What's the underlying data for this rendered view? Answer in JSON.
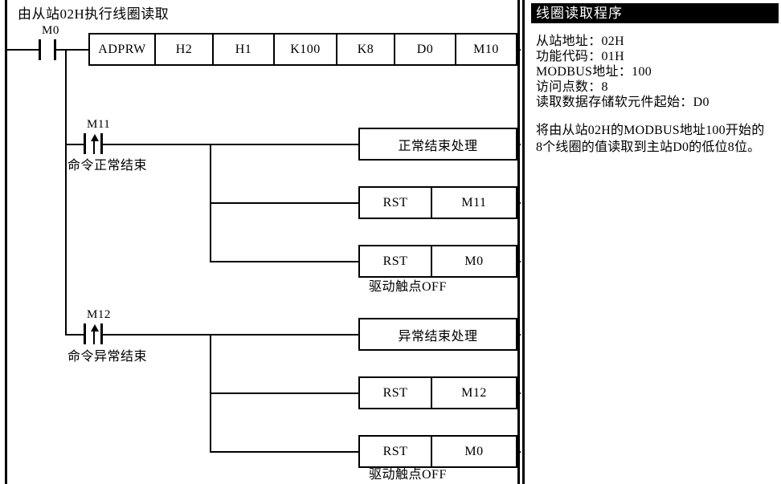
{
  "ladder": {
    "rung_title": "由从站02H执行线圈读取",
    "contacts": [
      {
        "name": "M0",
        "type": "normally-open",
        "comment": ""
      },
      {
        "name": "M11",
        "type": "rising-edge",
        "comment": "命令正常结束"
      },
      {
        "name": "M12",
        "type": "rising-edge",
        "comment": "命令异常结束"
      }
    ],
    "instruction": {
      "cells": [
        "ADPRW",
        "H2",
        "H1",
        "K100",
        "K8",
        "D0",
        "M10"
      ]
    },
    "outputs": [
      {
        "id": "normal-end-process",
        "cells": [
          "正常结束处理"
        ],
        "comment": ""
      },
      {
        "id": "rst-m11",
        "cells": [
          "RST",
          "M11"
        ],
        "comment": ""
      },
      {
        "id": "rst-m0-normal",
        "cells": [
          "RST",
          "M0"
        ],
        "comment": "驱动触点OFF"
      },
      {
        "id": "abnormal-end-process",
        "cells": [
          "异常结束处理"
        ],
        "comment": ""
      },
      {
        "id": "rst-m12",
        "cells": [
          "RST",
          "M12"
        ],
        "comment": ""
      },
      {
        "id": "rst-m0-abnormal",
        "cells": [
          "RST",
          "M0"
        ],
        "comment": "驱动触点OFF"
      }
    ]
  },
  "panel": {
    "header": "线圈读取程序",
    "specs": [
      "从站地址：02H",
      "功能代码：01H",
      "MODBUS地址：100",
      "访问点数：8",
      "读取数据存储软元件起始：D0"
    ],
    "description": "将由从站02H的MODBUS地址100开始的8个线圈的值读取到主站D0的低位8位。"
  },
  "colors": {
    "line": "#000000",
    "background": "#ffffff",
    "header_bg": "#000000",
    "header_fg": "#ffffff"
  }
}
